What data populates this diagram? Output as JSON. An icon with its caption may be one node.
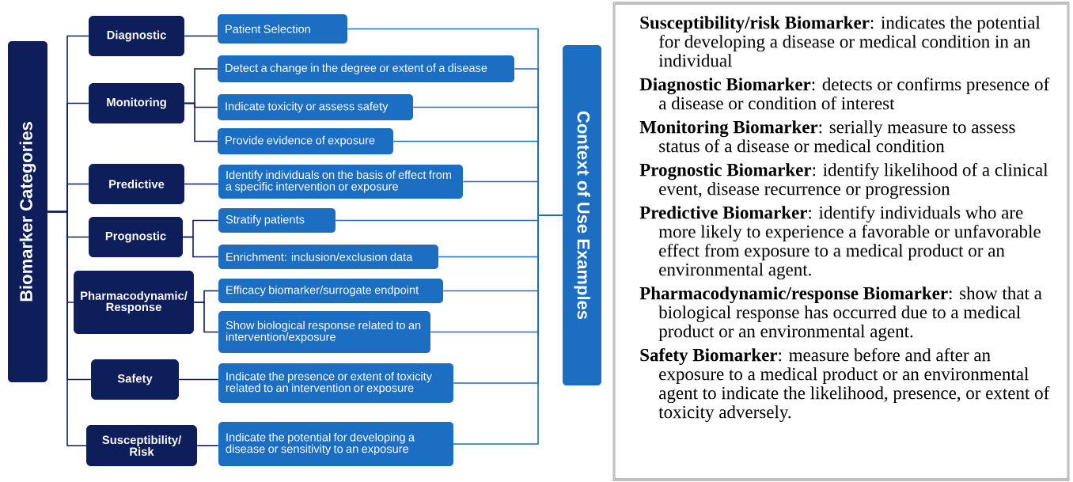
{
  "diagram": {
    "nodes": [
      {
        "text": [
          "Biomarker Categories"
        ]
      },
      {
        "text": [
          "Diagnostic"
        ]
      },
      {
        "text": [
          "Monitoring"
        ]
      },
      {
        "text": [
          "Predictive"
        ]
      },
      {
        "text": [
          "Prognostic"
        ]
      },
      {
        "text": [
          "Pharmacodynamic/ Response"
        ]
      },
      {
        "text": [
          "Safety"
        ]
      },
      {
        "text": [
          "Susceptibility/ Risk"
        ]
      },
      {
        "text": [
          "Patient Selection"
        ]
      },
      {
        "text": [
          "Detect a change in the degree or extent of a disease"
        ]
      },
      {
        "text": [
          "Indicate toxicity or assess safety"
        ]
      },
      {
        "text": [
          "Provide evidence of exposure"
        ]
      },
      {
        "text": [
          "Identify individuals on the basis of effect from a specific intervention or exposure"
        ]
      },
      {
        "text": [
          "Stratify patients"
        ]
      },
      {
        "text": [
          "Enrichment: inclusion/exclusion data"
        ]
      },
      {
        "text": [
          "Efficacy biomarker/surrogate endpoint"
        ]
      },
      {
        "text": [
          "Show biological response related to an intervention/exposure"
        ]
      },
      {
        "text": [
          "Indicate the presence or extent of toxicity related to an intervention or exposure"
        ]
      },
      {
        "text": [
          "Indicate the potential for developing a disease or sensitivity to an exposure"
        ]
      },
      {
        "text": [
          "Context of Use Examples"
        ]
      },
      {
        "text": [
          "**Susceptibility/risk Biomarker**: indicates the potential for developing a disease or medical condition in an individual",
          "**Diagnostic Biomarker**: detects or confirms presence of a disease or condition of interest",
          "**Monitoring Biomarker**: serially measure to assess status of a disease or medical condition",
          "**Prognostic Biomarker**:  identify likelihood of a clinical event, disease recurrence or progression",
          "**Predictive Biomarker**: identify individuals who are more likely to experience a favorable or unfavorable effect from exposure to a medical product or an environmental agent.",
          "**Pharmacodynamic/response Biomarker**: show that a biological response has occurred due to a medical product or an environmental agent.",
          "**Safety Biomarker**: measure before and after an exposure to a medical product or an environmental agent to indicate the likelihood, presence, or extent of toxicity adversely."
        ]
      }
    ],
    "edges": [
      {
        "from": 0,
        "to": 1,
        "arrow": "none"
      },
      {
        "from": 0,
        "to": 2,
        "arrow": "none"
      },
      {
        "from": 0,
        "to": 3,
        "arrow": "none"
      },
      {
        "from": 0,
        "to": 4,
        "arrow": "none"
      },
      {
        "from": 0,
        "to": 5,
        "arrow": "none"
      },
      {
        "from": 0,
        "to": 6,
        "arrow": "none"
      },
      {
        "from": 0,
        "to": 7,
        "arrow": "none"
      },
      {
        "from": 1,
        "to": 8,
        "arrow": "none"
      },
      {
        "from": 2,
        "to": 9,
        "arrow": "none"
      },
      {
        "from": 2,
        "to": 10,
        "arrow": "none"
      },
      {
        "from": 2,
        "to": 11,
        "arrow": "none"
      },
      {
        "from": 3,
        "to": 12,
        "arrow": "none"
      },
      {
        "from": 4,
        "to": 13,
        "arrow": "none"
      },
      {
        "from": 4,
        "to": 14,
        "arrow": "none"
      },
      {
        "from": 5,
        "to": 15,
        "arrow": "none"
      },
      {
        "from": 5,
        "to": 16,
        "arrow": "none"
      },
      {
        "from": 6,
        "to": 17,
        "arrow": "none"
      },
      {
        "from": 7,
        "to": 18,
        "arrow": "none"
      },
      {
        "from": 8,
        "to": 19,
        "arrow": "none",
        "color": "#1b6ec2"
      },
      {
        "from": 9,
        "to": 19,
        "arrow": "none",
        "color": "#1b6ec2"
      },
      {
        "from": 10,
        "to": 19,
        "arrow": "none",
        "color": "#1b6ec2"
      },
      {
        "from": 11,
        "to": 19,
        "arrow": "none",
        "color": "#1b6ec2"
      },
      {
        "from": 12,
        "to": 19,
        "arrow": "none",
        "color": "#1b6ec2"
      },
      {
        "from": 13,
        "to": 19,
        "arrow": "none",
        "color": "#1b6ec2"
      },
      {
        "from": 14,
        "to": 19,
        "arrow": "none",
        "color": "#1b6ec2"
      },
      {
        "from": 15,
        "to": 19,
        "arrow": "none",
        "color": "#1b6ec2"
      },
      {
        "from": 16,
        "to": 19,
        "arrow": "none",
        "color": "#1b6ec2"
      },
      {
        "from": 17,
        "to": 19,
        "arrow": "none",
        "color": "#1b6ec2"
      },
      {
        "from": 18,
        "to": 19,
        "arrow": "none",
        "color": "#1b6ec2"
      }
    ]
  }
}
